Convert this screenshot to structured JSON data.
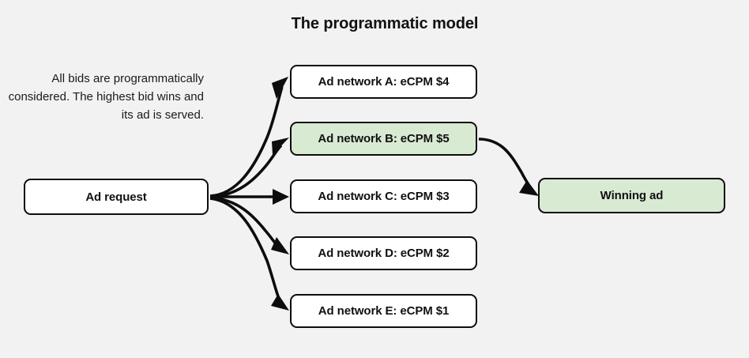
{
  "title": "The programmatic model",
  "description": "All bids are programmatically considered. The highest bid wins and its ad is served.",
  "colors": {
    "background": "#f2f2f2",
    "node_fill": "#ffffff",
    "highlight_fill": "#d9ead3",
    "border": "#0d0d0d",
    "text": "#111111",
    "edge": "#0d0d0d"
  },
  "nodes": {
    "ad_request": {
      "label": "Ad request",
      "fill": "#ffffff"
    },
    "winning_ad": {
      "label": "Winning ad",
      "fill": "#d9ead3"
    },
    "networks": [
      {
        "label": "Ad network A: eCPM $4",
        "network": "A",
        "ecpm": 4,
        "fill": "#ffffff",
        "winner": false
      },
      {
        "label": "Ad network B: eCPM $5",
        "network": "B",
        "ecpm": 5,
        "fill": "#d9ead3",
        "winner": true
      },
      {
        "label": "Ad network C: eCPM $3",
        "network": "C",
        "ecpm": 3,
        "fill": "#ffffff",
        "winner": false
      },
      {
        "label": "Ad network D: eCPM $2",
        "network": "D",
        "ecpm": 2,
        "fill": "#ffffff",
        "winner": false
      },
      {
        "label": "Ad network E: eCPM $1",
        "network": "E",
        "ecpm": 1,
        "fill": "#ffffff",
        "winner": false
      }
    ]
  },
  "edges": [
    {
      "from": "ad_request",
      "to": "network_a"
    },
    {
      "from": "ad_request",
      "to": "network_b"
    },
    {
      "from": "ad_request",
      "to": "network_c"
    },
    {
      "from": "ad_request",
      "to": "network_d"
    },
    {
      "from": "ad_request",
      "to": "network_e"
    },
    {
      "from": "network_b",
      "to": "winning_ad"
    }
  ]
}
